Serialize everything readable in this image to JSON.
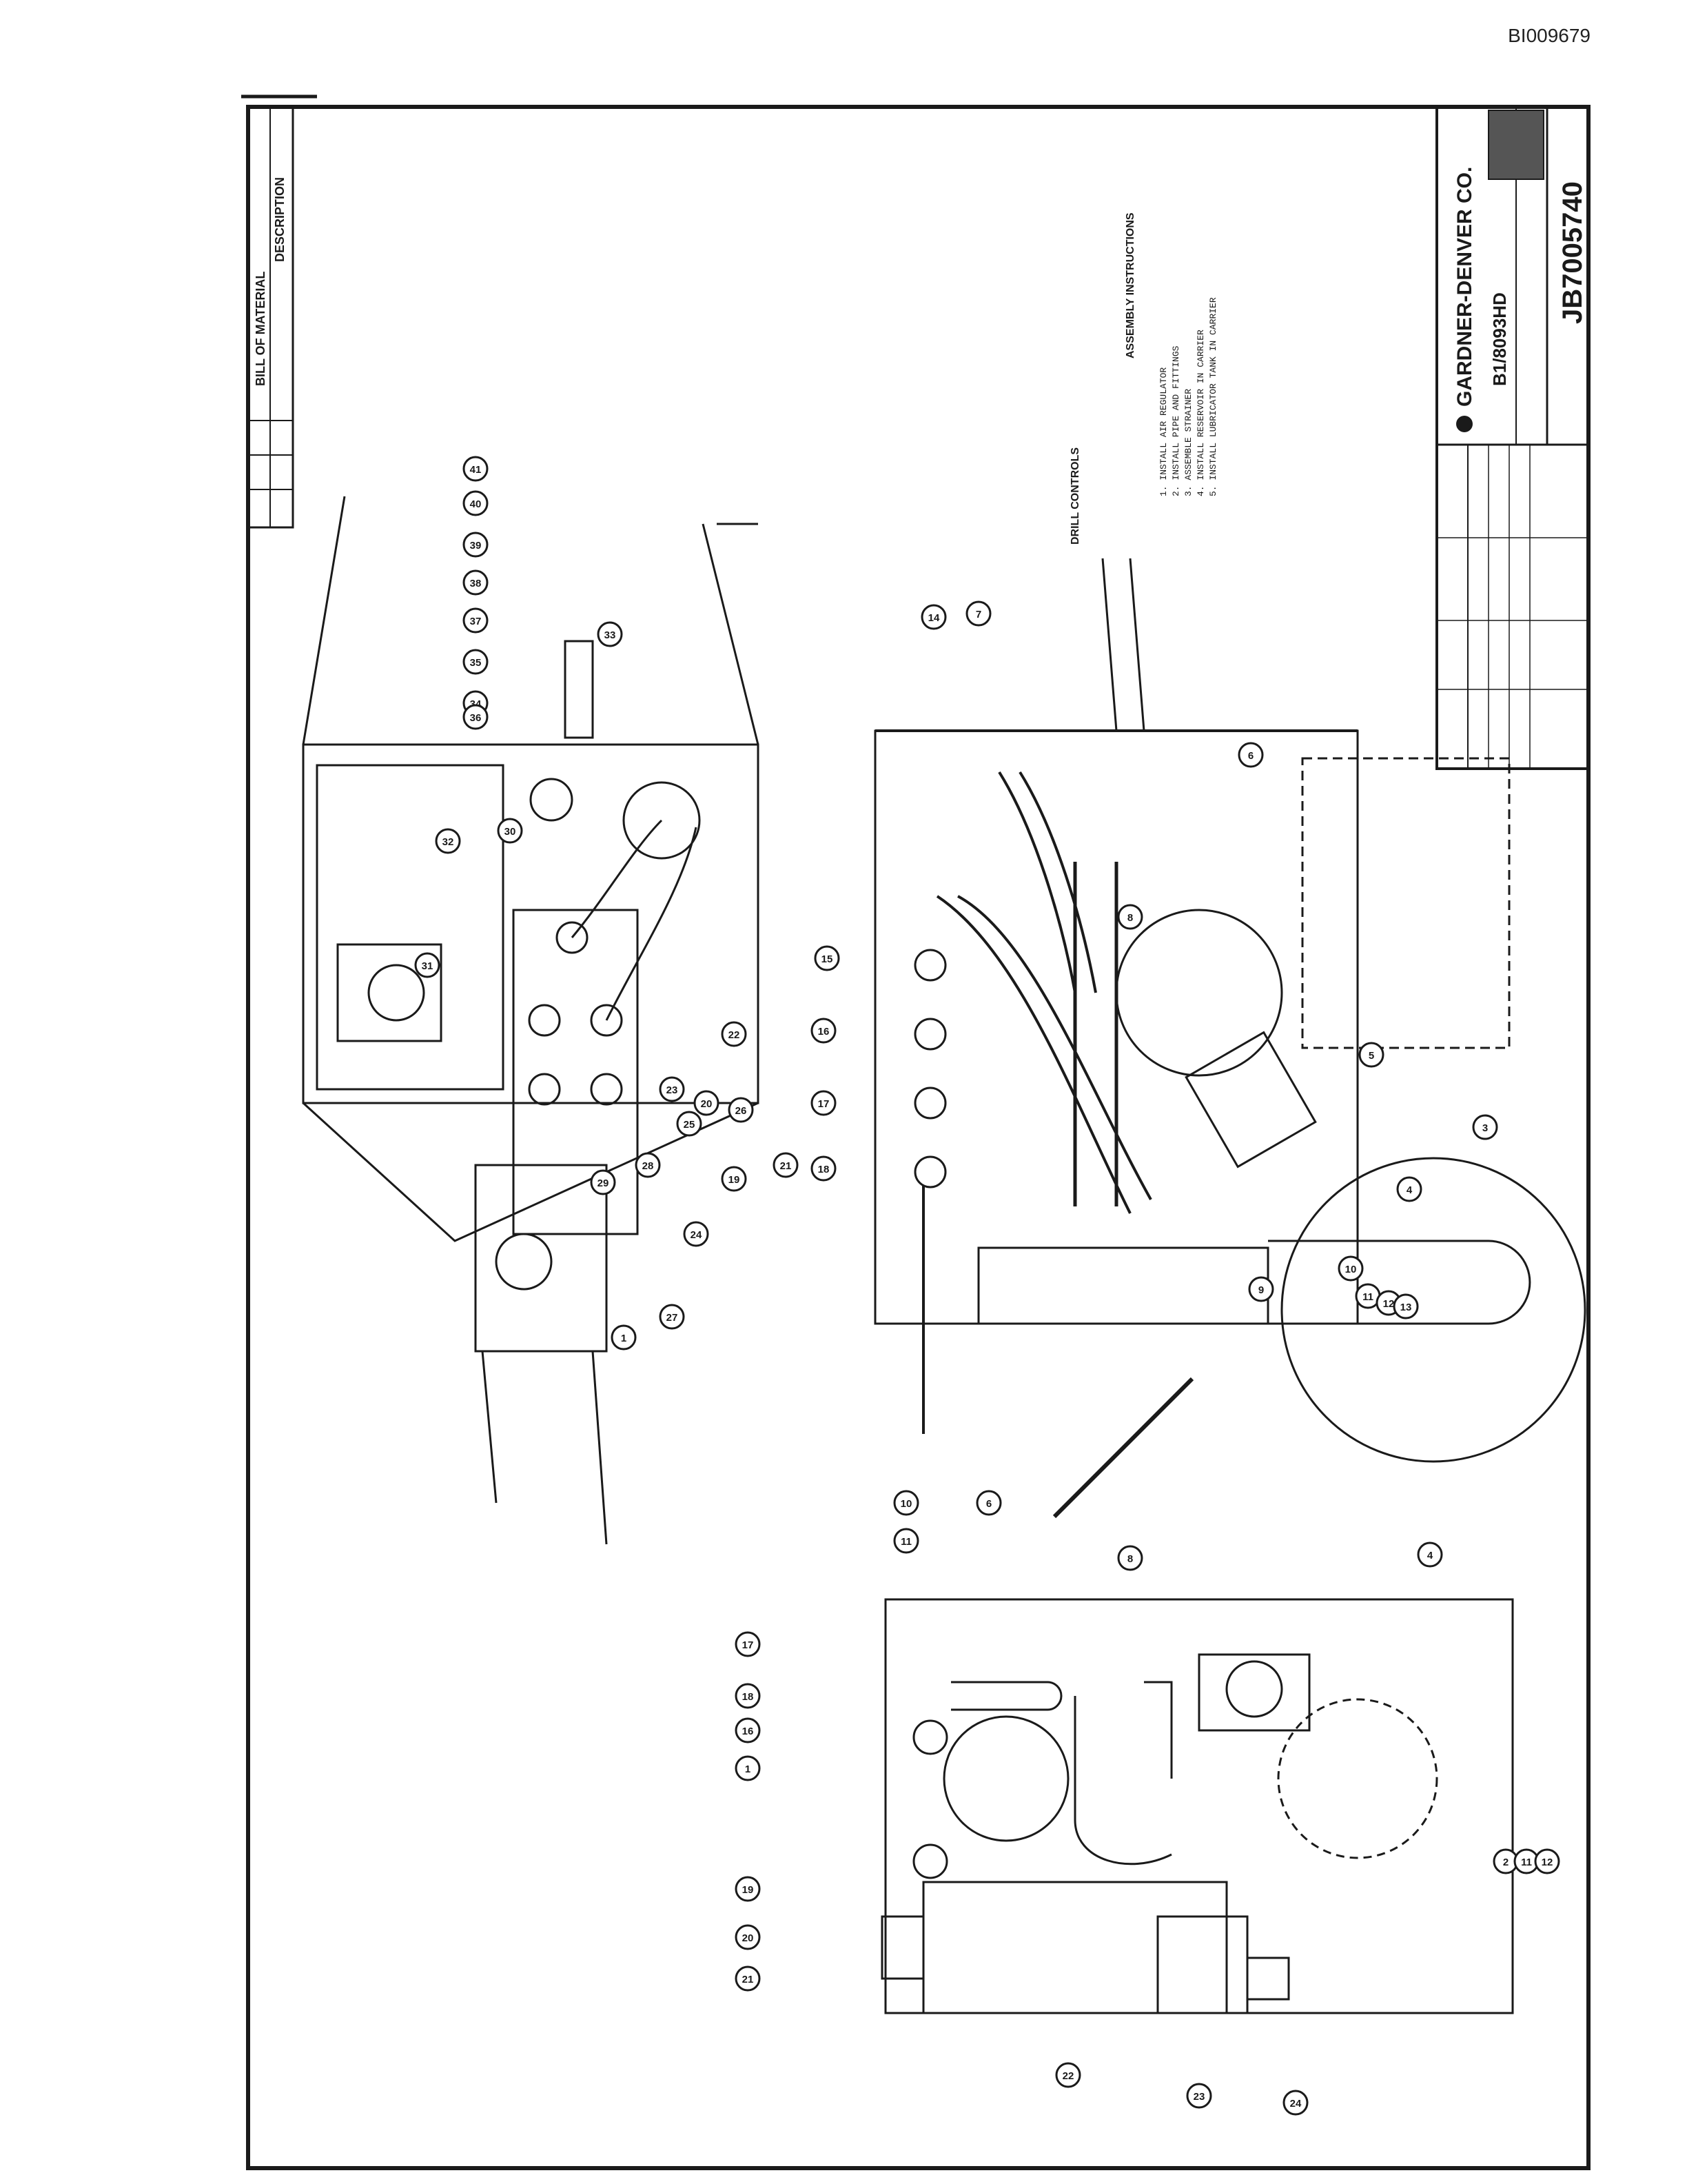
{
  "document_id": "BI009679",
  "title_block": {
    "company": "GARDNER-DENVER CO.",
    "sub_number": "B1/8093HD",
    "drawing_number": "JB7005740"
  },
  "notes": {
    "heading": "ASSEMBLY INSTRUCTIONS",
    "lines": [
      "1. INSTALL AIR REGULATOR",
      "2. INSTALL PIPE AND FITTINGS",
      "3. ASSEMBLE STRAINER",
      "4. INSTALL RESERVOIR IN CARRIER",
      "5. INSTALL LUBRICATOR TANK IN CARRIER"
    ]
  },
  "bill_of_materials": {
    "title": "BILL OF MATERIAL",
    "description_label": "DESCRIPTION"
  },
  "labels": {
    "drill_controls": "DRILL CONTROLS"
  },
  "balloons": {
    "top_view": [
      "1",
      "3",
      "4",
      "5",
      "6",
      "7",
      "8",
      "9",
      "10",
      "11",
      "12",
      "13",
      "14",
      "15",
      "16",
      "17",
      "18",
      "19",
      "20",
      "21",
      "22",
      "23",
      "24",
      "25",
      "26",
      "27",
      "28",
      "29",
      "30",
      "31",
      "32",
      "33",
      "34",
      "35",
      "36",
      "37",
      "38",
      "39",
      "40",
      "41"
    ],
    "side_view": [
      "10",
      "11",
      "6",
      "8",
      "4",
      "17",
      "18",
      "16",
      "1",
      "19",
      "20",
      "21",
      "22",
      "23",
      "24",
      "2",
      "11",
      "12"
    ]
  },
  "colors": {
    "ink": "#1a1a1a",
    "paper": "#ffffff"
  }
}
